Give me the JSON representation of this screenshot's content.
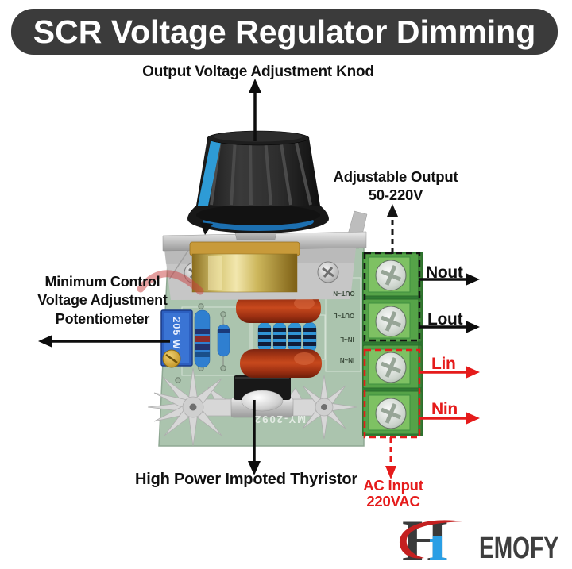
{
  "banner": {
    "title": "SCR Voltage Regulator Dimming"
  },
  "labels": {
    "knob": "Output Voltage Adjustment Knod",
    "adjustable_output_1": "Adjustable Output",
    "adjustable_output_2": "50-220V",
    "min_control_1": "Minimum Control",
    "min_control_2": "Voltage Adjustment",
    "min_control_3": "Potentiometer",
    "thyristor": "High Power Impoted Thyristor",
    "ac_input_1": "AC Input",
    "ac_input_2": "220VAC"
  },
  "terminals": [
    {
      "label": "Nout",
      "color": "#111111",
      "group": "output"
    },
    {
      "label": "Lout",
      "color": "#111111",
      "group": "output"
    },
    {
      "label": "Lin",
      "color": "#e51b1b",
      "group": "input"
    },
    {
      "label": "Nin",
      "color": "#e51b1b",
      "group": "input"
    }
  ],
  "board_text": {
    "trimmer": "205 W",
    "silkscreen": "MY-2092",
    "pcb_labels": [
      "OUT~N",
      "OUT~L",
      "IN~L",
      "IN~N"
    ]
  },
  "logo": {
    "h": "H",
    "rest": "EMOFY"
  },
  "colors": {
    "banner_bg": "#3b3b3b",
    "accent_red": "#e51b1b",
    "label_black": "#111111",
    "pcb_green": "#abc4ae",
    "terminal_green": "#55a348",
    "knob_blue": "#2e9bd6",
    "logo_blue": "#2a9fe5",
    "logo_red": "#c42020",
    "logo_gray": "#3a3a3a"
  }
}
